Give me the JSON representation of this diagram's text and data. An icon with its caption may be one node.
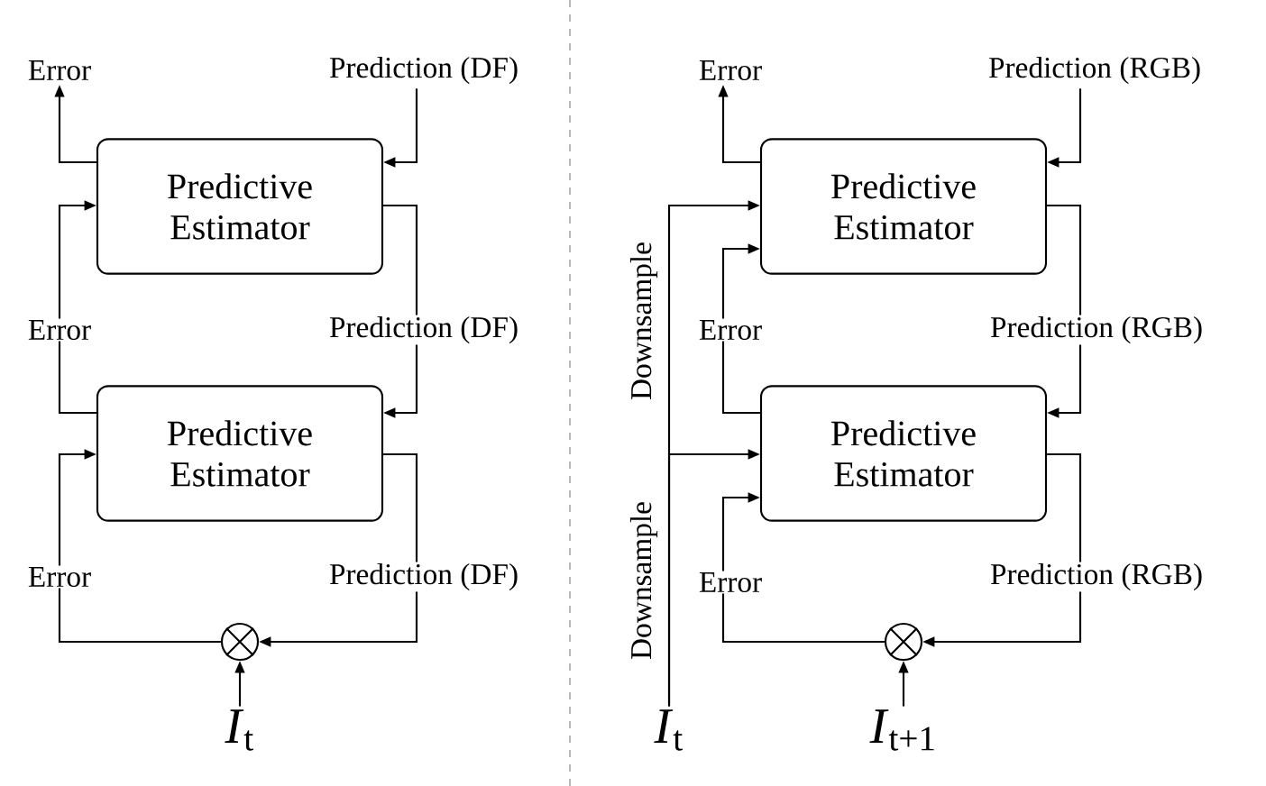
{
  "diagram": {
    "nodes": [
      {
        "text": [
          "Error"
        ]
      },
      {
        "text": [
          "Prediction (DF)"
        ]
      },
      {
        "text": [
          "Predictive Estimator"
        ]
      },
      {
        "text": [
          "Predictive Estimator"
        ]
      },
      {
        "text": [],
        "shape": "circle"
      },
      {
        "text": [
          "*I*$_{t}$"
        ]
      },
      {
        "text": [
          "Error"
        ]
      },
      {
        "text": [
          "Prediction (RGB)"
        ]
      },
      {
        "text": [
          "Predictive Estimator"
        ]
      },
      {
        "text": [
          "Predictive Estimator"
        ]
      },
      {
        "text": [],
        "shape": "circle"
      },
      {
        "text": [
          "*I*$_{t}$"
        ]
      },
      {
        "text": [
          "*I*$_{t+1}$"
        ]
      }
    ],
    "edges": [
      {
        "from": 2,
        "to": 0,
        "arrow": "to"
      },
      {
        "from": 1,
        "to": 2,
        "arrow": "to"
      },
      {
        "from": 3,
        "to": 2,
        "arrow": "to",
        "label": "Error"
      },
      {
        "from": 2,
        "to": 3,
        "arrow": "to",
        "label": "Prediction (DF)"
      },
      {
        "from": 4,
        "to": 3,
        "arrow": "to",
        "label": "Error"
      },
      {
        "from": 3,
        "to": 4,
        "arrow": "to",
        "label": "Prediction (DF)"
      },
      {
        "from": 5,
        "to": 4,
        "arrow": "to"
      },
      {
        "from": 8,
        "to": 6,
        "arrow": "to"
      },
      {
        "from": 7,
        "to": 8,
        "arrow": "to"
      },
      {
        "from": 9,
        "to": 8,
        "arrow": "to",
        "label": "Error"
      },
      {
        "from": 8,
        "to": 9,
        "arrow": "to",
        "label": "Prediction (RGB)"
      },
      {
        "from": 10,
        "to": 9,
        "arrow": "to",
        "label": "Error"
      },
      {
        "from": 9,
        "to": 10,
        "arrow": "to",
        "label": "Prediction (RGB)"
      },
      {
        "from": 12,
        "to": 10,
        "arrow": "to"
      },
      {
        "from": 11,
        "to": 8,
        "arrow": "to",
        "label": "Downsample"
      },
      {
        "from": 11,
        "to": 9,
        "arrow": "to",
        "label": "Downsample"
      }
    ]
  }
}
